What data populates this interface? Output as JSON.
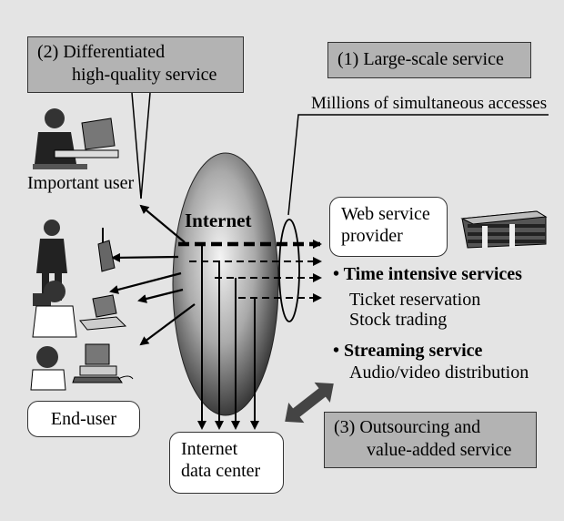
{
  "callouts": {
    "differentiated": {
      "line1": "(2) Differentiated",
      "line2": "high-quality service"
    },
    "large_scale": "(1) Large-scale service",
    "outsourcing": {
      "line1": "(3) Outsourcing and",
      "line2": "value-added service"
    }
  },
  "labels": {
    "millions": "Millions of simultaneous accesses",
    "important_user": "Important user",
    "internet": "Internet",
    "time_intensive": "Time intensive services",
    "ticket": "Ticket reservation",
    "stock": "Stock trading",
    "streaming": "Streaming service",
    "audio_video": "Audio/video distribution",
    "bullet": "•"
  },
  "nodes": {
    "web_service": {
      "line1": "Web service",
      "line2": "provider"
    },
    "end_user": "End-user",
    "data_center": {
      "line1": "Internet",
      "line2": "data center"
    }
  }
}
